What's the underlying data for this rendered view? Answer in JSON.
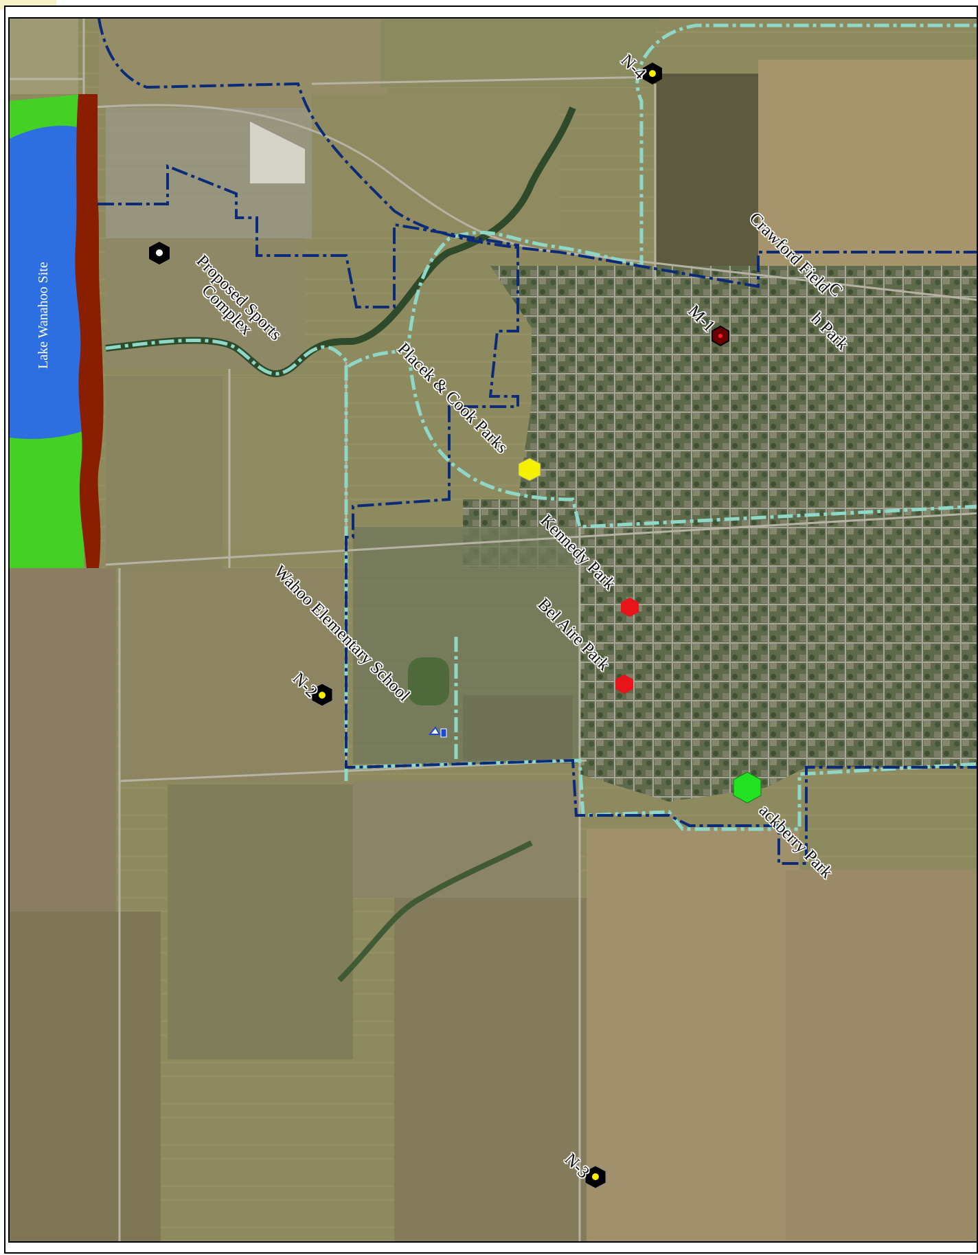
{
  "map": {
    "labels": {
      "lake_site": "Lake Wanahoo Site",
      "proposed_sports": "Proposed Sports\nComplex",
      "placek_cook": "Placek & Cook Parks",
      "kennedy": "Kennedy Park",
      "bel_aire": "Bel Aire Park",
      "wahoo_elem": "Wahoo Elementary School",
      "crawford": "Crawford Field",
      "partial_park": "h Park",
      "partial_crawford": "C",
      "blackberry": "ackberry Park",
      "n4": "N-4",
      "n2": "N-2",
      "n3": "N-3",
      "m1": "M-1"
    },
    "marker_colors": {
      "black_hex": "#000000",
      "yellow_hex": "#f5f000",
      "red_hex": "#e8141a",
      "green_hex": "#22e022",
      "dark_red_hex": "#6b0000"
    },
    "boundary_colors": {
      "city_limit": "#0b2a78",
      "trail": "#8fd8c8"
    }
  }
}
